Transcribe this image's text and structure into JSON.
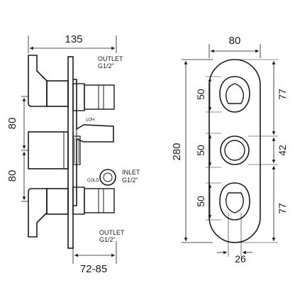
{
  "side_view": {
    "width_total": "135",
    "depth_range": "72-85",
    "pitch_upper": "80",
    "pitch_lower": "80",
    "outlet_top_line1": "OUTLET",
    "outlet_top_line2": "G1/2\"",
    "inlet_line1": "INLET",
    "inlet_line2": "G1/2\"",
    "outlet_bottom_line1": "OUTLET",
    "outlet_bottom_line2": "G1/2\"",
    "hot_mark": "HOT",
    "cold_mark": "COLD"
  },
  "front_view": {
    "plate_width": "80",
    "plate_height": "280",
    "top_cutout_height": "50",
    "middle_cutout_height": "50",
    "bottom_cutout_height": "50",
    "top_cutout_offset": "77",
    "middle_cutout_diameter": "42",
    "bottom_cutout_offset": "77",
    "slot_width": "26"
  },
  "colors": {
    "line": "#1a1a1a",
    "background": "#ffffff"
  }
}
